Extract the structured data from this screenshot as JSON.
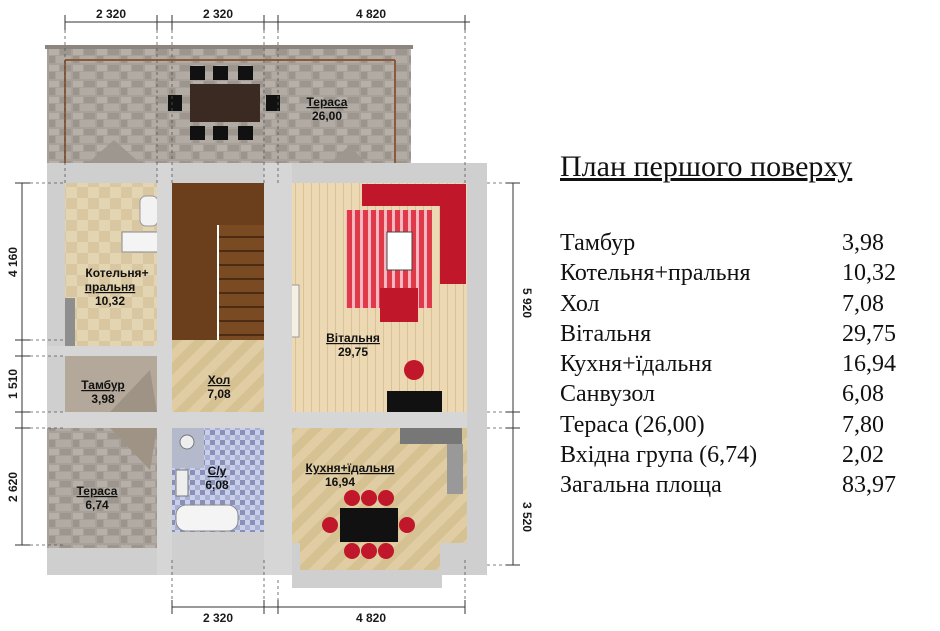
{
  "plan": {
    "dimensions": {
      "top_left": "2 320",
      "top_middle": "2 320",
      "top_right": "4 820",
      "bottom_middle": "2 320",
      "bottom_right": "4 820",
      "left_upper": "4 160",
      "left_middle": "1 510",
      "left_lower": "2 620",
      "right_upper": "5 920",
      "right_lower": "3 520"
    },
    "rooms": [
      {
        "name": "Тераса",
        "area": "26,00"
      },
      {
        "name": "Котельня+",
        "name2": "пральня",
        "area": "10,32"
      },
      {
        "name": "Тамбур",
        "area": "3,98"
      },
      {
        "name": "Хол",
        "area": "7,08"
      },
      {
        "name": "Вітальня",
        "area": "29,75"
      },
      {
        "name": "С/у",
        "area": "6,08"
      },
      {
        "name": "Кухня+їдальня",
        "area": "16,94"
      },
      {
        "name": "Тераса",
        "area": "6,74"
      }
    ]
  },
  "legend": {
    "title": "План першого поверху",
    "rows": [
      {
        "name": "Тамбур",
        "value": "3,98"
      },
      {
        "name": "Котельня+пральня",
        "value": "10,32"
      },
      {
        "name": "Хол",
        "value": "7,08"
      },
      {
        "name": "Вітальня",
        "value": "29,75"
      },
      {
        "name": "Кухня+їдальня",
        "value": "16,94"
      },
      {
        "name": "Санвузол",
        "value": "6,08"
      },
      {
        "name": "Тераса (26,00)",
        "value": "7,80"
      },
      {
        "name": "Вхідна група (6,74)",
        "value": "2,02"
      },
      {
        "name": "Загальна площа",
        "value": "83,97"
      }
    ]
  }
}
